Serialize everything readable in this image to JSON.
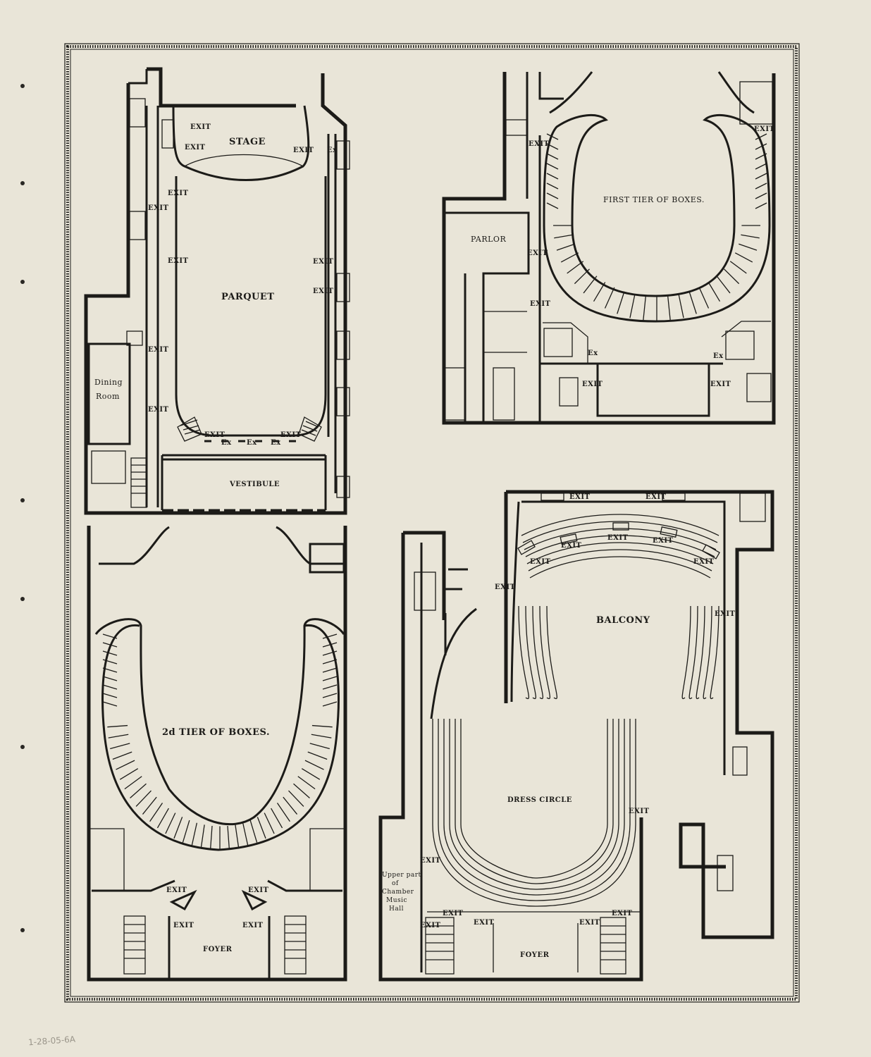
{
  "plans": {
    "parquet": {
      "stage": "STAGE",
      "hall": "PARQUET",
      "vestibule": "VESTIBULE",
      "dining": [
        "Dining",
        "Room"
      ],
      "exit": "EXIT",
      "ex": "Ex"
    },
    "first_tier": {
      "title": "FIRST TIER OF BOXES.",
      "parlor": "PARLOR",
      "exit": "EXIT",
      "ex": "Ex"
    },
    "second_tier": {
      "title": "2d TIER OF BOXES.",
      "foyer": "FOYER",
      "exit": "EXIT"
    },
    "dress_circle": {
      "title": "DRESS CIRCLE",
      "foyer": "FOYER",
      "exit": "EXIT",
      "chamber": [
        "Upper part",
        "of",
        "Chamber",
        "Music",
        "Hall"
      ]
    },
    "balcony": {
      "title": "BALCONY",
      "exit": "EXIT"
    }
  },
  "archive_note": "1-28-05-6A",
  "colors": {
    "paper": "#e9e5d8",
    "ink": "#1c1b18"
  }
}
